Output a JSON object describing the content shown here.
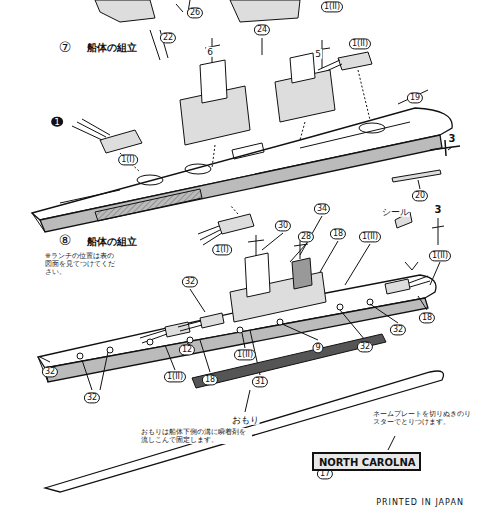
{
  "diagram": {
    "nodes": [
      {
        "text": [
          "NORTH CAROLNA"
        ]
      }
    ],
    "labels": [
      "⑦",
      "船体の組立",
      "26",
      "1(II)",
      "24",
      "22",
      "1",
      "1(I)",
      "6",
      "5",
      "1(II)",
      "19",
      "3",
      "20",
      "1(I)",
      "⑧",
      "船体の組立",
      "※ランチの位置は表の図面を見てつけてください。",
      "シール",
      "3",
      "34",
      "30",
      "28",
      "18",
      "1(II)",
      "1(II)",
      "18",
      "32",
      "32",
      "32",
      "9",
      "1(II)",
      "12",
      "18",
      "31",
      "32",
      "1(II)",
      "32",
      "17",
      "おもり",
      "おもりは船体下側の溝に瞬着剤を流しこんで固定します。",
      "ネームプレートを切りぬきのりスターでとりつけます。",
      "PRINTED IN JAPAN"
    ]
  }
}
